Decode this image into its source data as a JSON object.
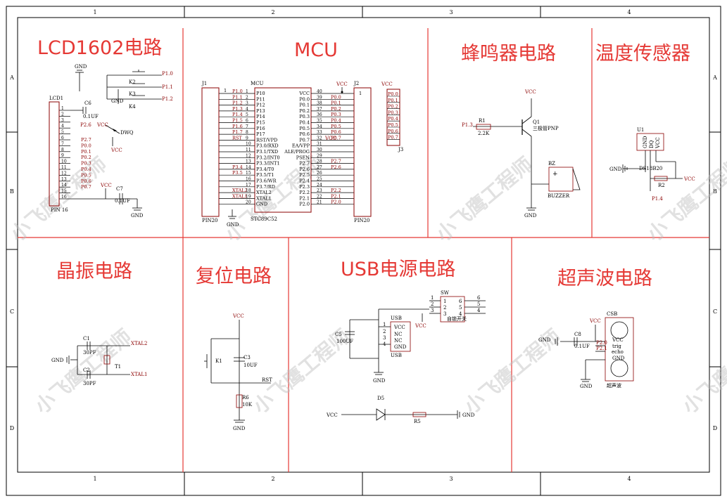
{
  "sections": {
    "lcd1602": "LCD1602电路",
    "mcu": "MCU",
    "buzzer": "蜂鸣器电路",
    "temp": "温度传感器",
    "crystal": "晶振电路",
    "reset": "复位电路",
    "usb_power": "USB电源电路",
    "ultrasonic": "超声波电路"
  },
  "frame": {
    "col_labels": [
      "1",
      "2",
      "3",
      "4"
    ],
    "row_labels": [
      "A",
      "B",
      "C",
      "D"
    ]
  },
  "watermark": "小飞鹰工程师",
  "lcd": {
    "ref": "LCD1",
    "part": "PIN 16",
    "pin_numbers": [
      "1",
      "2",
      "3",
      "4",
      "5",
      "6",
      "7",
      "8",
      "9",
      "10",
      "11",
      "12",
      "13",
      "14",
      "15",
      "16"
    ],
    "nets": [
      "P2.7",
      "P0.0",
      "P0.1",
      "P0.2",
      "P0.3",
      "P0.4",
      "P0.5",
      "P0.6",
      "P0.7"
    ],
    "net_p26": "P2.6",
    "c6": "C6",
    "c6_value": "0.1UF",
    "c7": "C7",
    "c7_value": "0.1UF",
    "pot": "DWQ",
    "keys": [
      "K2",
      "K3",
      "K4"
    ],
    "key_nets": [
      "P1.0",
      "P1.1",
      "P1.2"
    ],
    "gnd": "GND",
    "vcc": "VCC"
  },
  "mcu": {
    "j1": "J1",
    "j1_part": "PIN20",
    "j1_pin1": "1",
    "j2": "J2",
    "j2_part": "PIN20",
    "j2_pin1": "1",
    "j3": "J3",
    "j3_nets": [
      "P0.0",
      "P0.1",
      "P0.2",
      "P0.3",
      "P0.4",
      "P0.5",
      "P0.6",
      "P0.7"
    ],
    "chip_ref": "MCU",
    "chip_part": "STC89C52",
    "left_nets": [
      "P1.0",
      "P1.1",
      "P1.2",
      "P1.3",
      "P1.4",
      "P1.5",
      "P1.6",
      "P1.7",
      "RST",
      "",
      "",
      "",
      "",
      "P3.4",
      "P3.5",
      "",
      "",
      "XTAL2",
      "XTAL1",
      ""
    ],
    "left_nums": [
      "1",
      "2",
      "3",
      "4",
      "5",
      "6",
      "7",
      "8",
      "9",
      "10",
      "11",
      "12",
      "13",
      "14",
      "15",
      "16",
      "17",
      "18",
      "19",
      "20"
    ],
    "left_pins": [
      "P10",
      "P11",
      "P12",
      "P13",
      "P14",
      "P15",
      "P16",
      "P17",
      "RST/VPD",
      "P3.0/RXD",
      "P3.1/TXD",
      "P3.2/INT0",
      "P3.3/INT1",
      "P3.4/T0",
      "P3.5/T1",
      "P3.6/WR",
      "P3.7/RD",
      "XTAL2",
      "XTAL1",
      "GND"
    ],
    "right_pins": [
      "VCC",
      "P0.0",
      "P0.1",
      "P0.2",
      "P0.3",
      "P0.4",
      "P0.5",
      "P0.6",
      "P0.7",
      "EA/VPP",
      "ALE/PROG",
      "PSEN",
      "P2.7",
      "P2.6",
      "P2.5",
      "P2.4",
      "P2.3",
      "P2.2",
      "P2.1",
      "P2.0"
    ],
    "right_nums": [
      "40",
      "39",
      "38",
      "37",
      "36",
      "35",
      "34",
      "33",
      "32",
      "31",
      "30",
      "29",
      "28",
      "27",
      "26",
      "25",
      "24",
      "23",
      "22",
      "21"
    ],
    "right_nets": [
      "",
      "P0.0",
      "P0.1",
      "P0.2",
      "P0.3",
      "P0.4",
      "P0.5",
      "P0.6",
      "P0.7",
      "",
      "",
      "",
      "P2.7",
      "P2.6",
      "",
      "",
      "",
      "P2.2",
      "P2.1",
      "P2.0"
    ],
    "vcc32": "VCC",
    "vcc": "VCC",
    "gnd": "GND"
  },
  "buzzer": {
    "net": "P1.3",
    "r1": "R1",
    "r1_value": "2.2K",
    "q1": "Q1",
    "q1_part": "三极管PNP",
    "bz": "BZ",
    "bz_part": "BUZZER",
    "plus": "+",
    "vcc": "VCC",
    "gnd": "GND"
  },
  "temp": {
    "u1": "U1",
    "part": "DS18B20",
    "pins": [
      "GND",
      "DQ",
      "VCC"
    ],
    "r2": "R2",
    "net": "P1.4",
    "vcc": "VCC",
    "gnd": "GND"
  },
  "crystal": {
    "c1": "C1",
    "c1_value": "30PF",
    "c2": "C2",
    "c2_value": "30PF",
    "t1": "T1",
    "xtal2": "XTAL2",
    "xtal1": "XTAL1",
    "gnd": "GND"
  },
  "reset": {
    "k1": "K1",
    "c3": "C3",
    "c3_value": "10UF",
    "r6": "R6",
    "r6_value": "10K",
    "rst": "RST",
    "vcc": "VCC",
    "gnd": "GND"
  },
  "usb": {
    "ref": "USB",
    "part": "USB",
    "pins": [
      "VCC",
      "NC",
      "NC",
      "GND"
    ],
    "pin_nums": [
      "1",
      "2",
      "3",
      "4"
    ],
    "c5": "C5",
    "c5_value": "100UF",
    "sw": "SW",
    "sw_part": "自锁开关",
    "sw_left": [
      "1",
      "2",
      "3"
    ],
    "sw_right": [
      "6",
      "5",
      "4"
    ],
    "sw_out": [
      "6",
      "5",
      "4"
    ],
    "d5": "D5",
    "r5": "R5",
    "vcc": "VCC",
    "gnd": "GND"
  },
  "ultrasonic": {
    "ref": "CSB",
    "part": "超声波",
    "pins": [
      "VCC",
      "trig",
      "echo",
      "GND"
    ],
    "nets": [
      "P2.0",
      "P2.1"
    ],
    "c8": "C8",
    "c8_value": "0.1UF",
    "vcc": "VCC",
    "gnd": "GND"
  }
}
